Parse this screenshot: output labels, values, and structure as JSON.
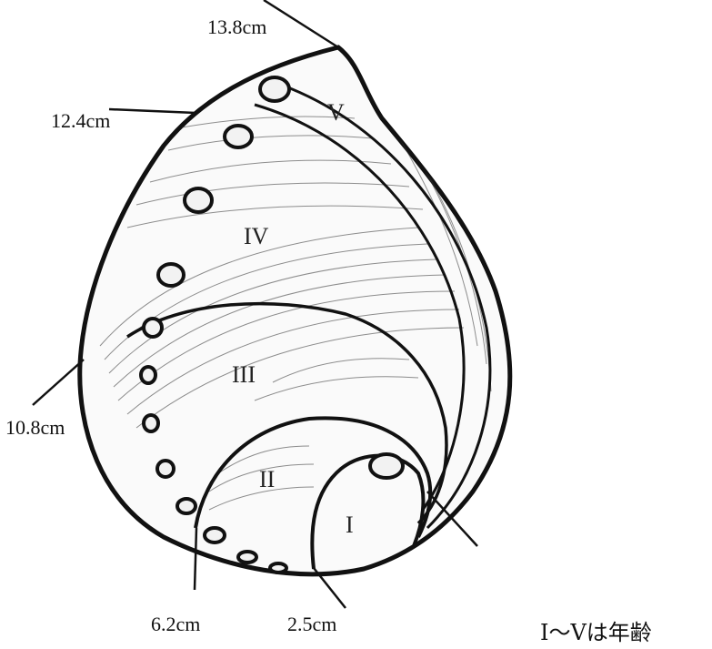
{
  "growth_marks": [
    {
      "id": "m138",
      "label": "13.8cm"
    },
    {
      "id": "m124",
      "label": "12.4cm"
    },
    {
      "id": "m108",
      "label": "10.8cm"
    },
    {
      "id": "m62",
      "label": "6.2cm"
    },
    {
      "id": "m25",
      "label": "2.5cm"
    }
  ],
  "age_rings": [
    "I",
    "II",
    "III",
    "IV",
    "V"
  ],
  "caption": "Ⅰ～Ⅴは年齢"
}
